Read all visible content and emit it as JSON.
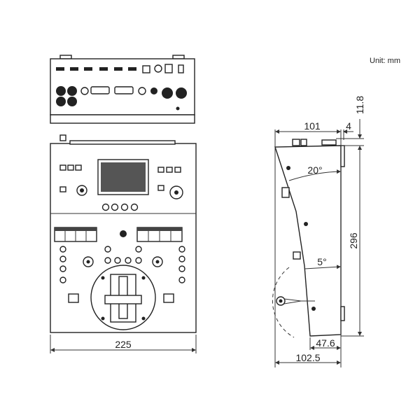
{
  "unit_label": "Unit: mm",
  "front_view": {
    "width_dim": "225"
  },
  "side_view": {
    "depth_top_dim": "101",
    "lip_dim": "4",
    "top_height_dim": "11.8",
    "height_dim": "296",
    "upper_angle": "20°",
    "lower_angle": "5°",
    "bottom_depth_dim": "47.6",
    "total_depth_dim": "102.5"
  }
}
